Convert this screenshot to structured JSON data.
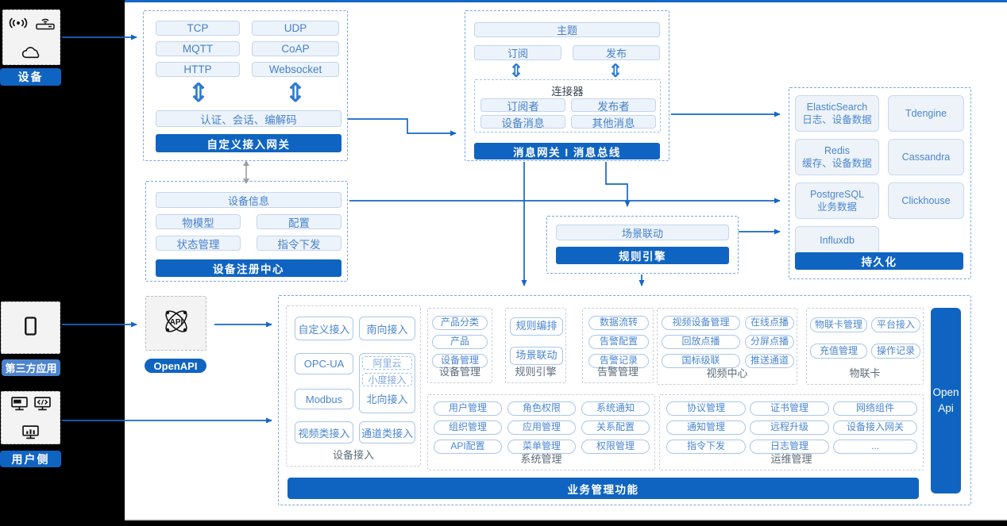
{
  "glyphs": {
    "updown": "⇕"
  },
  "left_rail": {
    "device": {
      "label": "设备"
    },
    "third_party": {
      "label": "第三方应用"
    },
    "user_side": {
      "label": "用户侧"
    }
  },
  "gateway": {
    "protocols": [
      "TCP",
      "UDP",
      "MQTT",
      "CoAP",
      "HTTP",
      "Websocket"
    ],
    "auth_bar": "认证、会话、编解码",
    "title": "自定义接入网关"
  },
  "message_bus": {
    "topic": "主题",
    "subscribe": "订阅",
    "publish": "发布",
    "connector": {
      "title": "连接器",
      "items": [
        "订阅者",
        "发布者",
        "设备消息",
        "其他消息"
      ]
    },
    "title": "消息网关 I 消息总线"
  },
  "persistence": {
    "stores": [
      "ElasticSearch\n日志、设备数据",
      "Tdengine",
      "Redis\n缓存、设备数据",
      "Cassandra",
      "PostgreSQL\n业务数据",
      "Clickhouse",
      "Influxdb"
    ],
    "title": "持久化"
  },
  "registry": {
    "device_info": "设备信息",
    "items": [
      "物模型",
      "配置",
      "状态管理",
      "指令下发"
    ],
    "title": "设备注册中心"
  },
  "rule_engine": {
    "scene_link": "场景联动",
    "title": "规则引擎"
  },
  "openapi": {
    "label": "OpenAPI",
    "icon_text": "API"
  },
  "business": {
    "open_api_bar": "Open\nApi",
    "banner": "业务管理功能",
    "device_access": {
      "label": "设备接入",
      "col1": [
        "自定义接入",
        "OPC-UA",
        "Modbus",
        "视频类接入"
      ],
      "south": "南向接入",
      "north": {
        "sub": [
          "阿里云",
          "小度接入"
        ],
        "label": "北向接入"
      },
      "channel": "通道类接入"
    },
    "sections_top": [
      {
        "label": "设备管理",
        "items": [
          "产品分类",
          "产品",
          "设备管理"
        ]
      },
      {
        "label": "规则引擎",
        "items": [
          "规则编排",
          "场景联动"
        ]
      },
      {
        "label": "告警管理",
        "items": [
          "数据流转",
          "告警配置",
          "告警记录"
        ]
      },
      {
        "label": "视频中心",
        "items": [
          "视频设备管理",
          "在线点播",
          "回放点播",
          "分屏点播",
          "国标级联",
          "推送通道"
        ]
      },
      {
        "label": "物联卡",
        "items": [
          "物联卡管理",
          "平台接入",
          "充值管理",
          "操作记录"
        ]
      }
    ],
    "sections_bottom": [
      {
        "label": "系统管理",
        "items": [
          "用户管理",
          "角色权限",
          "系统通知",
          "组织管理",
          "应用管理",
          "关系配置",
          "API配置",
          "菜单管理",
          "权限管理"
        ]
      },
      {
        "label": "运维管理",
        "items": [
          "协议管理",
          "证书管理",
          "网络组件",
          "通知管理",
          "远程升级",
          "设备接入网关",
          "指令下发",
          "日志管理",
          "..."
        ]
      }
    ]
  }
}
